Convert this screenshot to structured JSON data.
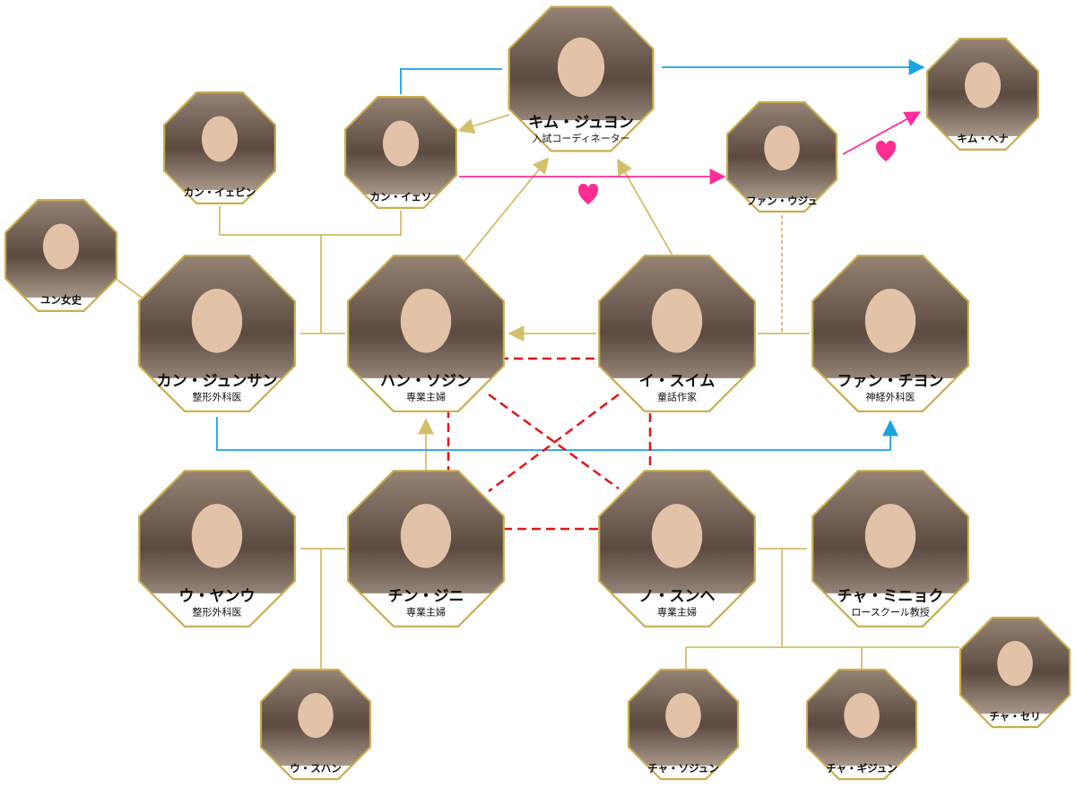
{
  "colors": {
    "frame": "#c8ad4f",
    "gold": "#d3be6a",
    "blue": "#1aa3e0",
    "pink": "#ff2d9a",
    "red": "#e0161b",
    "dotted": "#d9b47a",
    "heart": "#ff2d8f"
  },
  "characters": [
    {
      "id": "kim-juyon",
      "name": "キム・ジュヨン",
      "role": "入試コーディネーター",
      "big": true
    },
    {
      "id": "kim-hena",
      "name": "キム・ヘナ",
      "role": ""
    },
    {
      "id": "hwang-uju",
      "name": "ファン・ウジュ",
      "role": ""
    },
    {
      "id": "kang-iso",
      "name": "カン・イェソ",
      "role": ""
    },
    {
      "id": "kang-ibin",
      "name": "カン・イェビン",
      "role": ""
    },
    {
      "id": "yun",
      "name": "ユン女史",
      "role": ""
    },
    {
      "id": "kang-junsan",
      "name": "カン・ジュンサン",
      "role": "整形外科医",
      "big": true
    },
    {
      "id": "han-sojin",
      "name": "ハン・ソジン",
      "role": "専業主婦",
      "big": true
    },
    {
      "id": "i-suimu",
      "name": "イ・スイム",
      "role": "童話作家",
      "big": true
    },
    {
      "id": "hwang-chiyon",
      "name": "ファン・チヨン",
      "role": "神経外科医",
      "big": true
    },
    {
      "id": "u-yanu",
      "name": "ウ・ヤンウ",
      "role": "整形外科医",
      "big": true
    },
    {
      "id": "chin-jini",
      "name": "チン・ジニ",
      "role": "専業主婦",
      "big": true
    },
    {
      "id": "no-sunhe",
      "name": "ノ・スンヘ",
      "role": "専業主婦",
      "big": true
    },
    {
      "id": "cha-minyok",
      "name": "チャ・ミニョク",
      "role": "ロースクール教授",
      "big": true
    },
    {
      "id": "u-suhan",
      "name": "ウ・スハン",
      "role": ""
    },
    {
      "id": "cha-sojun",
      "name": "チャ・ソジュン",
      "role": ""
    },
    {
      "id": "cha-gijun",
      "name": "チャ・ギジュン",
      "role": ""
    },
    {
      "id": "cha-seri",
      "name": "チャ・セリ",
      "role": ""
    }
  ]
}
